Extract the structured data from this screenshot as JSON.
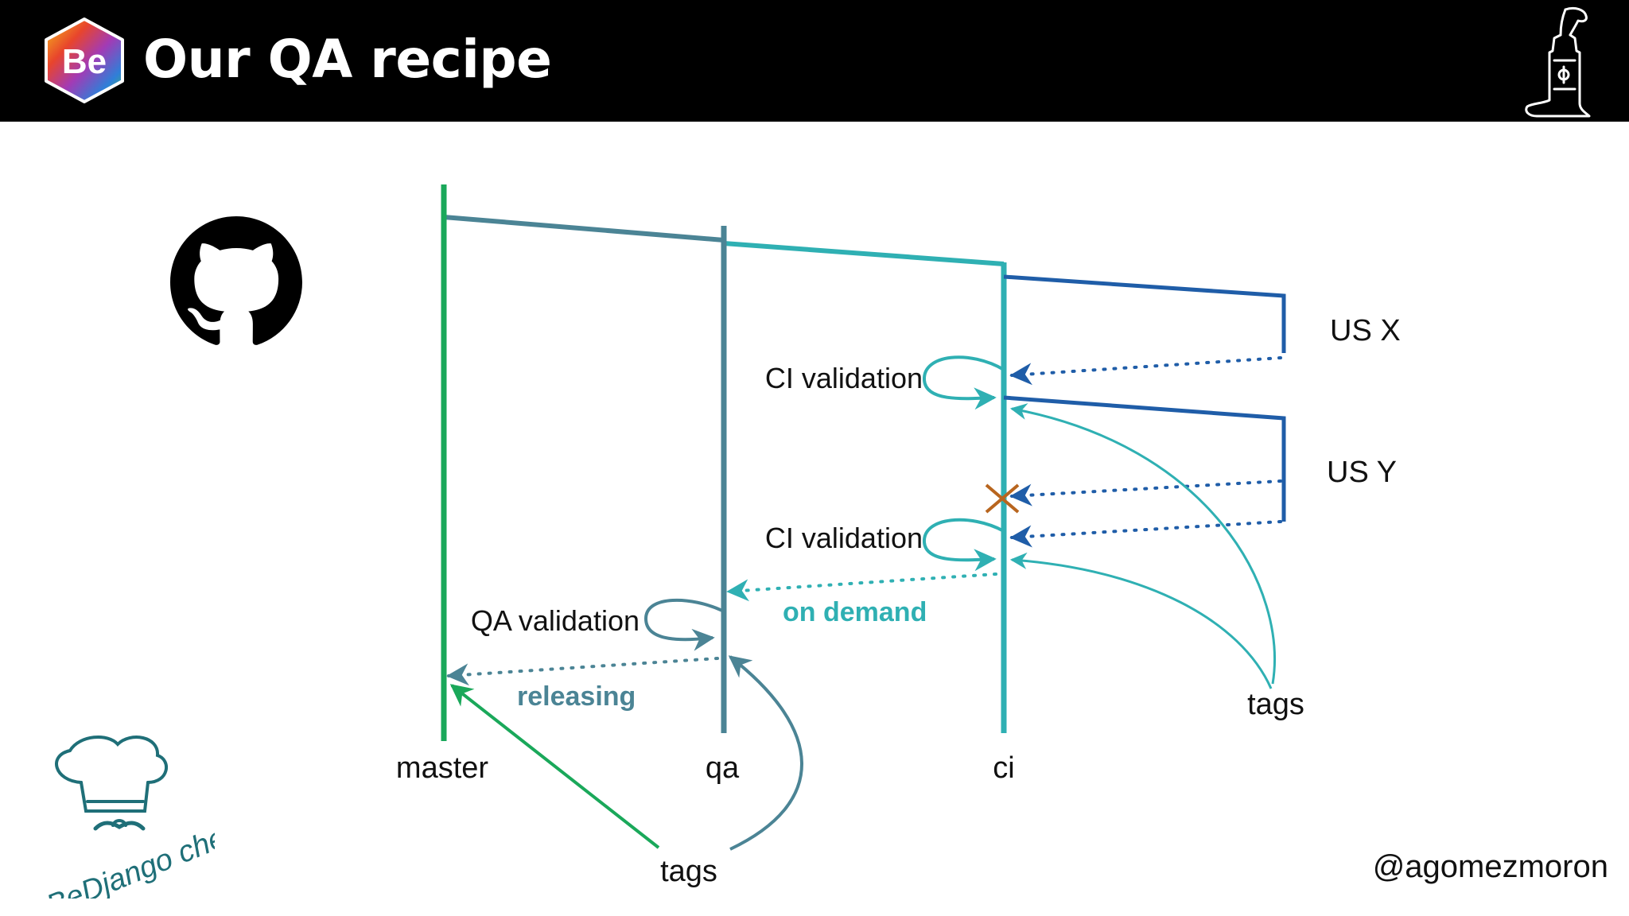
{
  "header": {
    "title": "Our QA recipe",
    "logo_text": "Be"
  },
  "colors": {
    "header_bg": "#000000",
    "master": "#1aa85a",
    "qa": "#4b8495",
    "ci": "#2fb0b3",
    "user_story": "#1f5da8",
    "failure_mark": "#b8651e"
  },
  "icons": [
    "github-icon",
    "be-logo-icon",
    "cowboy-boot-icon",
    "chef-hat-icon"
  ],
  "diagram": {
    "branches": {
      "master": "master",
      "qa": "qa",
      "ci": "ci"
    },
    "user_stories": {
      "x": "US X",
      "y": "US Y"
    },
    "validations": {
      "ci_1": "CI validation",
      "ci_2": "CI validation",
      "qa": "QA validation"
    },
    "flows": {
      "on_demand": "on demand",
      "releasing": "releasing"
    },
    "tags": {
      "bottom": "tags",
      "right": "tags"
    }
  },
  "footer": {
    "chef_text": "BeDjango chef",
    "handle": "@agomezmoron"
  }
}
